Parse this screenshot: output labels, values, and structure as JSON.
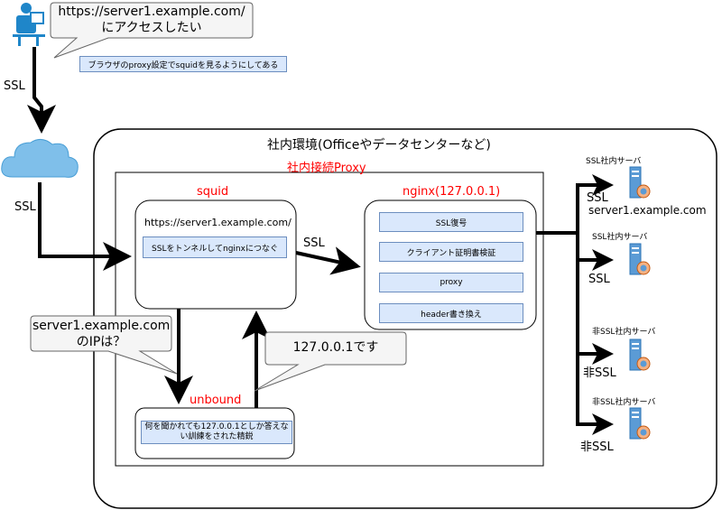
{
  "user": {
    "callout": "https://server1.example.com/にアクセスしたい",
    "note": "ブラウザのproxy設定でsquidを見るようにしてある"
  },
  "links": {
    "user_to_cloud": "SSL",
    "cloud_to_squid": "SSL",
    "squid_to_nginx": "SSL"
  },
  "office": {
    "title": "社内環境(Officeやデータセンターなど)",
    "proxy_title": "社内接続Proxy"
  },
  "squid": {
    "title": "squid",
    "url": "https://server1.example.com/",
    "inner": "SSLをトンネルしてnginxにつなぐ"
  },
  "nginx": {
    "title": "nginx(127.0.0.1)",
    "items": [
      "SSL復号",
      "クライアント証明書検証",
      "proxy",
      "header書き換え"
    ]
  },
  "unbound": {
    "title": "unbound",
    "inner": "何を聞かれても127.0.0.1としか答えない訓練をされた精鋭",
    "question": "server1.example.comのIPは？",
    "answer": "127.0.0.1です"
  },
  "servers": [
    {
      "title": "SSL社内サーバ",
      "link": "SSL",
      "host": "server1.example.com"
    },
    {
      "title": "SSL社内サーバ",
      "link": "SSL",
      "host": ""
    },
    {
      "title": "非SSL社内サーバ",
      "link": "非SSL",
      "host": ""
    },
    {
      "title": "非SSL社内サーバ",
      "link": "非SSL",
      "host": ""
    }
  ],
  "colors": {
    "accent_red": "#ff0000",
    "inner_fill": "#dae8fc",
    "inner_border": "#6c8ebf"
  }
}
